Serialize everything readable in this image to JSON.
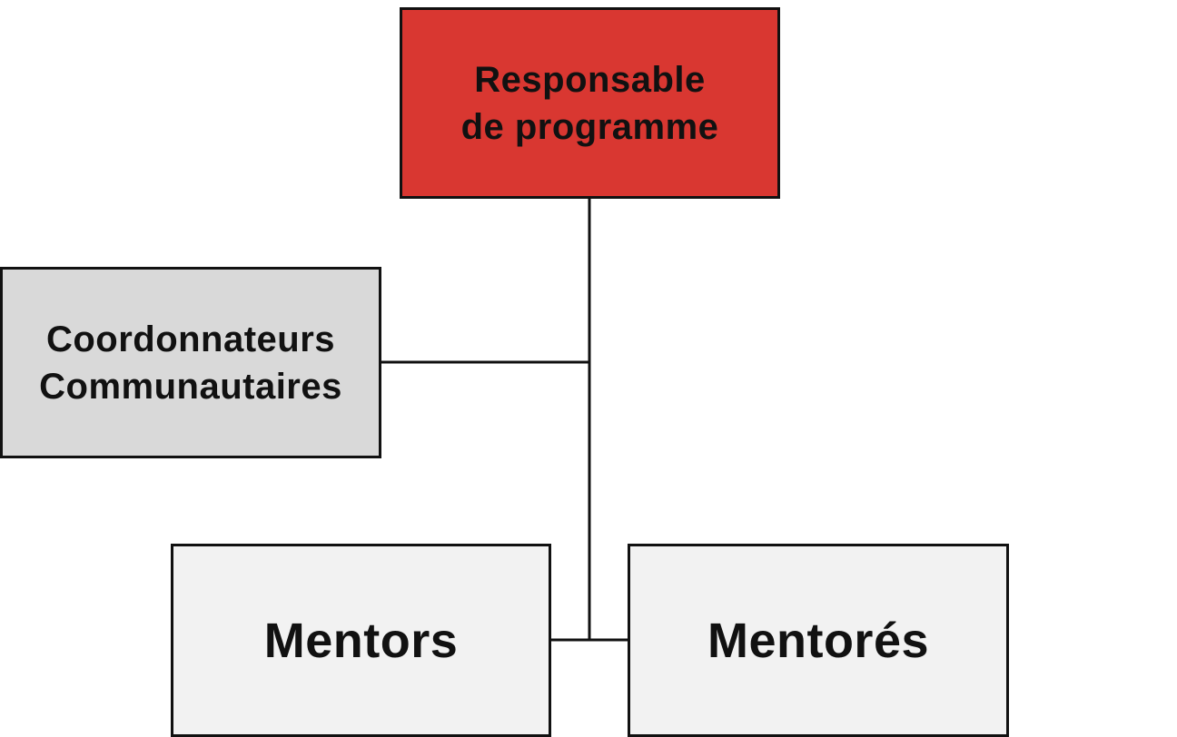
{
  "diagram": {
    "nodes": {
      "program_manager": {
        "line1": "Responsable",
        "line2": "de programme",
        "fill": "#d93731"
      },
      "community_coordinators": {
        "line1": "Coordonnateurs",
        "line2": "Communautaires",
        "fill": "#d9d9d9"
      },
      "mentors": {
        "label": "Mentors",
        "fill": "#f2f2f2"
      },
      "mentees": {
        "label": "Mentorés",
        "fill": "#f2f2f2"
      }
    },
    "edges": [
      {
        "from": "program_manager",
        "to": "community_coordinators"
      },
      {
        "from": "program_manager",
        "to": "mentors"
      },
      {
        "from": "program_manager",
        "to": "mentees"
      }
    ],
    "line_color": "#111111"
  }
}
